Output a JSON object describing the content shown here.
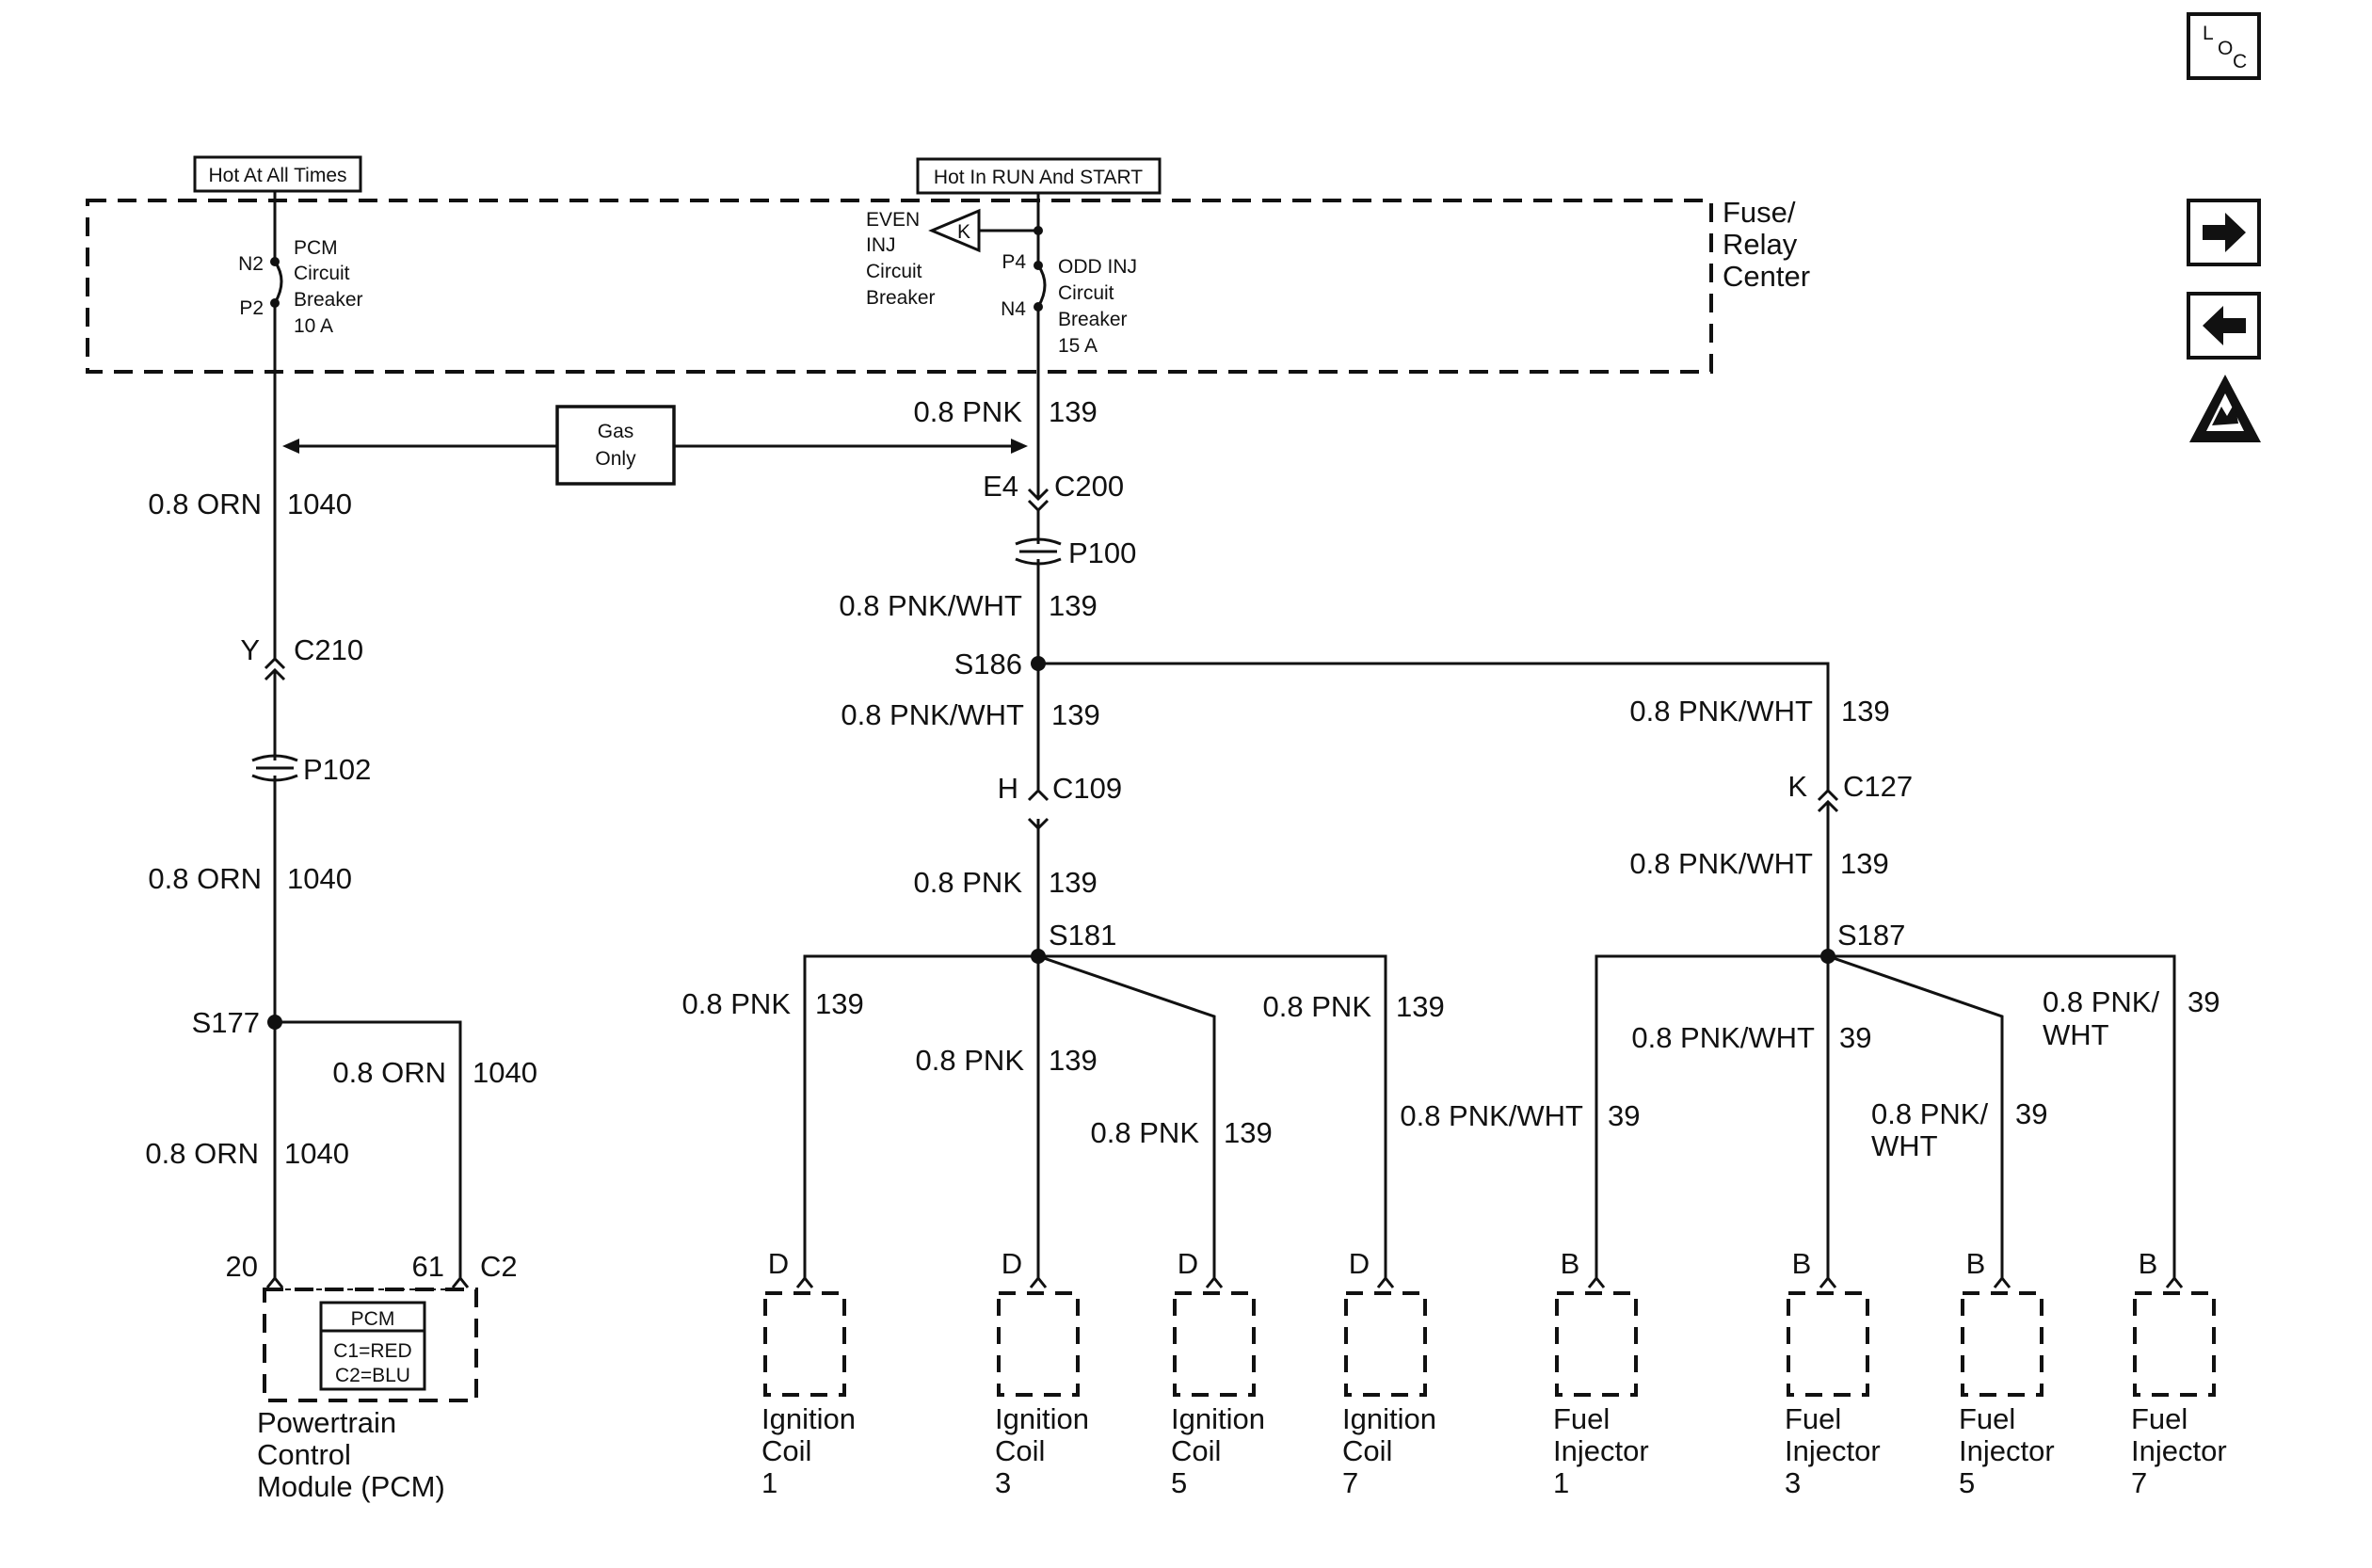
{
  "top_labels": {
    "hot_at_all_times": "Hot At All Times",
    "hot_in_run_and_start": "Hot In RUN And START"
  },
  "fuse_relay": {
    "label_line1": "Fuse/",
    "label_line2": "Relay",
    "label_line3": "Center",
    "pcm_breaker": {
      "pin_top": "N2",
      "pin_bottom": "P2",
      "lines": [
        "PCM",
        "Circuit",
        "Breaker",
        "10 A"
      ]
    },
    "even_inj": {
      "lines": [
        "EVEN",
        "INJ",
        "Circuit",
        "Breaker"
      ],
      "relay_letter": "K"
    },
    "odd_inj": {
      "pin_top": "P4",
      "pin_bottom": "N4",
      "lines": [
        "ODD INJ",
        "Circuit",
        "Breaker",
        "15 A"
      ]
    }
  },
  "gas_only": {
    "line1": "Gas",
    "line2": "Only"
  },
  "left_branch": {
    "wire1": {
      "spec": "0.8 ORN",
      "circuit": "1040"
    },
    "c210": {
      "pin": "Y",
      "connector": "C210"
    },
    "p102": "P102",
    "wire2": {
      "spec": "0.8 ORN",
      "circuit": "1040"
    },
    "s177": "S177",
    "wire3": {
      "spec": "0.8 ORN",
      "circuit": "1040"
    },
    "wire4": {
      "spec": "0.8 ORN",
      "circuit": "1040"
    },
    "pin20": "20",
    "pin61": "61",
    "c2": "C2",
    "pcm_box": {
      "title": "PCM",
      "c1": "C1=RED",
      "c2": "C2=BLU"
    },
    "pcm_name": [
      "Powertrain",
      "Control",
      "Module (PCM)"
    ]
  },
  "center_branch": {
    "wire1": {
      "spec": "0.8 PNK",
      "circuit": "139"
    },
    "c200": {
      "pin": "E4",
      "connector": "C200"
    },
    "p100": "P100",
    "wire2": {
      "spec": "0.8 PNK/WHT",
      "circuit": "139"
    },
    "s186": "S186",
    "wire3": {
      "spec": "0.8 PNK/WHT",
      "circuit": "139"
    },
    "c109": {
      "pin": "H",
      "connector": "C109"
    },
    "wire4": {
      "spec": "0.8 PNK",
      "circuit": "139"
    },
    "s181": "S181"
  },
  "right_branch": {
    "wire1": {
      "spec": "0.8 PNK/WHT",
      "circuit": "139"
    },
    "c127": {
      "pin": "K",
      "connector": "C127"
    },
    "wire2": {
      "spec": "0.8 PNK/WHT",
      "circuit": "139"
    },
    "s187": "S187"
  },
  "loads": [
    {
      "wire_spec": "0.8 PNK",
      "circuit": "139",
      "pin": "D",
      "name": [
        "Ignition",
        "Coil",
        "1"
      ]
    },
    {
      "wire_spec": "0.8 PNK",
      "circuit": "139",
      "pin": "D",
      "name": [
        "Ignition",
        "Coil",
        "3"
      ]
    },
    {
      "wire_spec": "0.8 PNK",
      "circuit": "139",
      "pin": "D",
      "name": [
        "Ignition",
        "Coil",
        "5"
      ]
    },
    {
      "wire_spec": "0.8 PNK",
      "circuit": "139",
      "pin": "D",
      "name": [
        "Ignition",
        "Coil",
        "7"
      ]
    },
    {
      "wire_spec": "0.8 PNK/WHT",
      "circuit": "39",
      "pin": "B",
      "name": [
        "Fuel",
        "Injector",
        "1"
      ]
    },
    {
      "wire_spec": "0.8 PNK/WHT",
      "circuit": "39",
      "pin": "B",
      "name": [
        "Fuel",
        "Injector",
        "3"
      ]
    },
    {
      "wire_spec": [
        "0.8 PNK/",
        "WHT"
      ],
      "circuit": "39",
      "pin": "B",
      "name": [
        "Fuel",
        "Injector",
        "5"
      ]
    },
    {
      "wire_spec": [
        "0.8 PNK/",
        "WHT"
      ],
      "circuit": "39",
      "pin": "B",
      "name": [
        "Fuel",
        "Injector",
        "7"
      ]
    }
  ],
  "side_icons": {
    "loc": {
      "l": "L",
      "o": "O",
      "c": "C"
    },
    "next": "right-arrow-icon",
    "prev": "left-arrow-icon",
    "esd": "esd-warning-icon"
  }
}
